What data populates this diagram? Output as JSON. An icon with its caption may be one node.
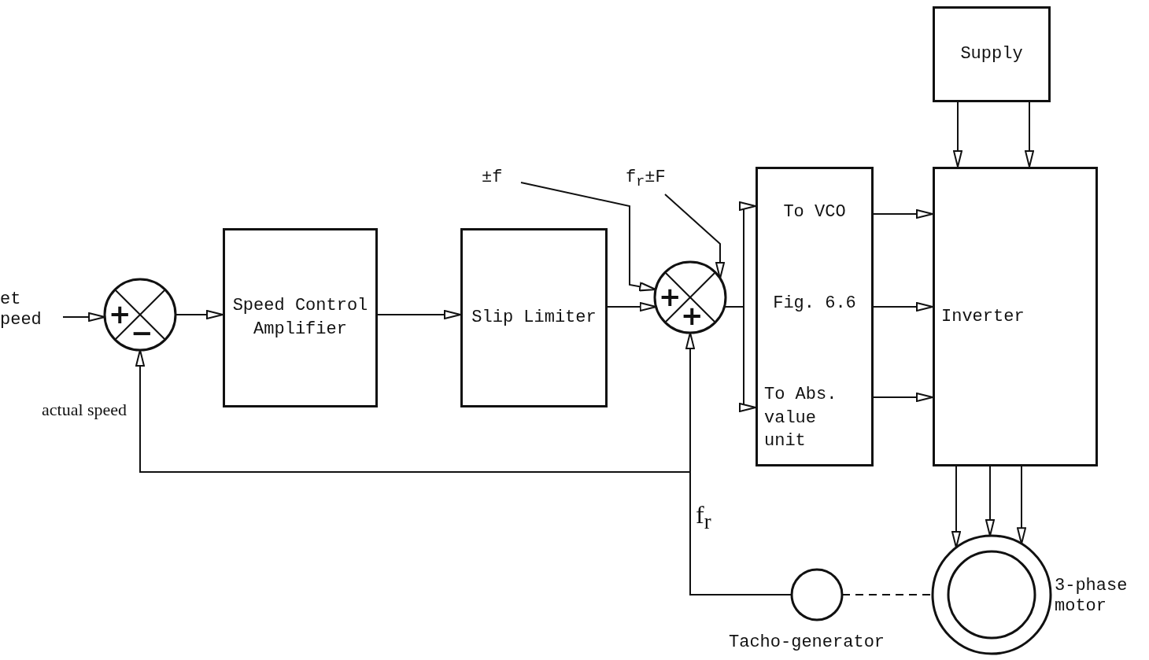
{
  "diagram": {
    "nodes": [
      {
        "text": [
          "et peed"
        ]
      },
      {
        "text": [
          "+",
          "−"
        ]
      },
      {
        "text": [
          "Speed Control Amplifier"
        ]
      },
      {
        "text": [
          "Slip Limiter"
        ]
      },
      {
        "text": [
          "±f"
        ]
      },
      {
        "text": [
          "f$_{r}$±F"
        ]
      },
      {
        "text": [
          "+",
          "+"
        ]
      },
      {
        "text": [
          "To VCO",
          "Fig. 6.6",
          "To Abs. value unit"
        ]
      },
      {
        "text": [
          "Supply"
        ]
      },
      {
        "text": [
          "Inverter"
        ]
      },
      {
        "text": [],
        "shape": "circle",
        "beside": [
          "3-phase motor"
        ]
      },
      {
        "text": [],
        "shape": "circle",
        "beside": [
          "Tacho-generator"
        ]
      }
    ],
    "edges": [
      {
        "from": 0,
        "to": 1,
        "arrow": "to"
      },
      {
        "from": 1,
        "to": 2,
        "arrow": "to"
      },
      {
        "from": 2,
        "to": 3,
        "arrow": "to"
      },
      {
        "from": 3,
        "to": 6,
        "arrow": "to"
      },
      {
        "from": 4,
        "to": 6,
        "arrow": "to"
      },
      {
        "from": 5,
        "to": 6,
        "arrow": "to"
      },
      {
        "from": 6,
        "to": 7,
        "arrow": "to"
      },
      {
        "from": 6,
        "to": 7,
        "arrow": "to"
      },
      {
        "from": 7,
        "to": 9,
        "arrow": "to"
      },
      {
        "from": 7,
        "to": 9,
        "arrow": "to"
      },
      {
        "from": 7,
        "to": 9,
        "arrow": "to"
      },
      {
        "from": 8,
        "to": 9,
        "arrow": "to"
      },
      {
        "from": 8,
        "to": 9,
        "arrow": "to"
      },
      {
        "from": 9,
        "to": 10,
        "arrow": "to"
      },
      {
        "from": 9,
        "to": 10,
        "arrow": "to"
      },
      {
        "from": 9,
        "to": 10,
        "arrow": "to"
      },
      {
        "from": 11,
        "to": 10,
        "arrow": "none",
        "style": "dashed"
      },
      {
        "from": 11,
        "to": 6,
        "arrow": "to"
      },
      {
        "from": 11,
        "to": 1,
        "arrow": "to"
      }
    ],
    "labels": [
      "actual speed",
      "f$_{r}$"
    ]
  }
}
